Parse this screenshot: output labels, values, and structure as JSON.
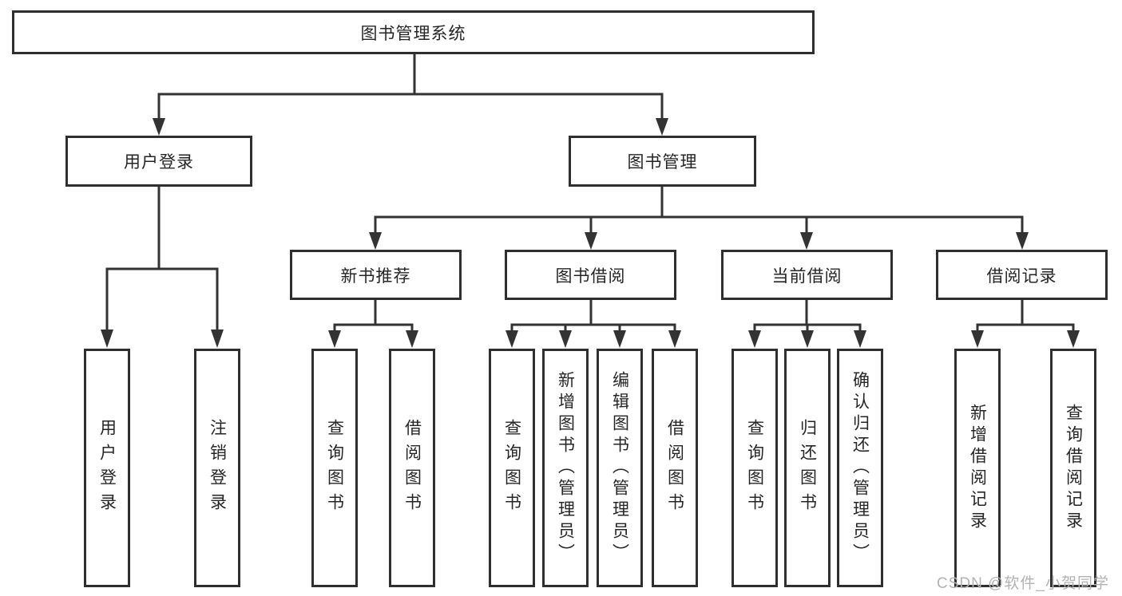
{
  "diagram": {
    "title": "图书管理系统",
    "level2": [
      {
        "label": "用户登录"
      },
      {
        "label": "图书管理"
      }
    ],
    "level3": [
      {
        "label": "新书推荐"
      },
      {
        "label": "图书借阅"
      },
      {
        "label": "当前借阅"
      },
      {
        "label": "借阅记录"
      }
    ],
    "leaves": [
      {
        "label": "用户登录"
      },
      {
        "label": "注销登录"
      },
      {
        "label": "查询图书"
      },
      {
        "label": "借阅图书"
      },
      {
        "label": "查询图书"
      },
      {
        "label": "新增图书（管理员）"
      },
      {
        "label": "编辑图书（管理员）"
      },
      {
        "label": "借阅图书"
      },
      {
        "label": "查询图书"
      },
      {
        "label": "归还图书"
      },
      {
        "label": "确认归还（管理员）"
      },
      {
        "label": "新增借阅记录"
      },
      {
        "label": "查询借阅记录"
      }
    ]
  },
  "watermark": {
    "text": "CSDN @软件_小贺同学"
  },
  "colors": {
    "line": "#333333",
    "border": "#2f2f2f",
    "text": "#262626",
    "background": "#ffffff",
    "watermark_color": "#b3b3b3"
  }
}
